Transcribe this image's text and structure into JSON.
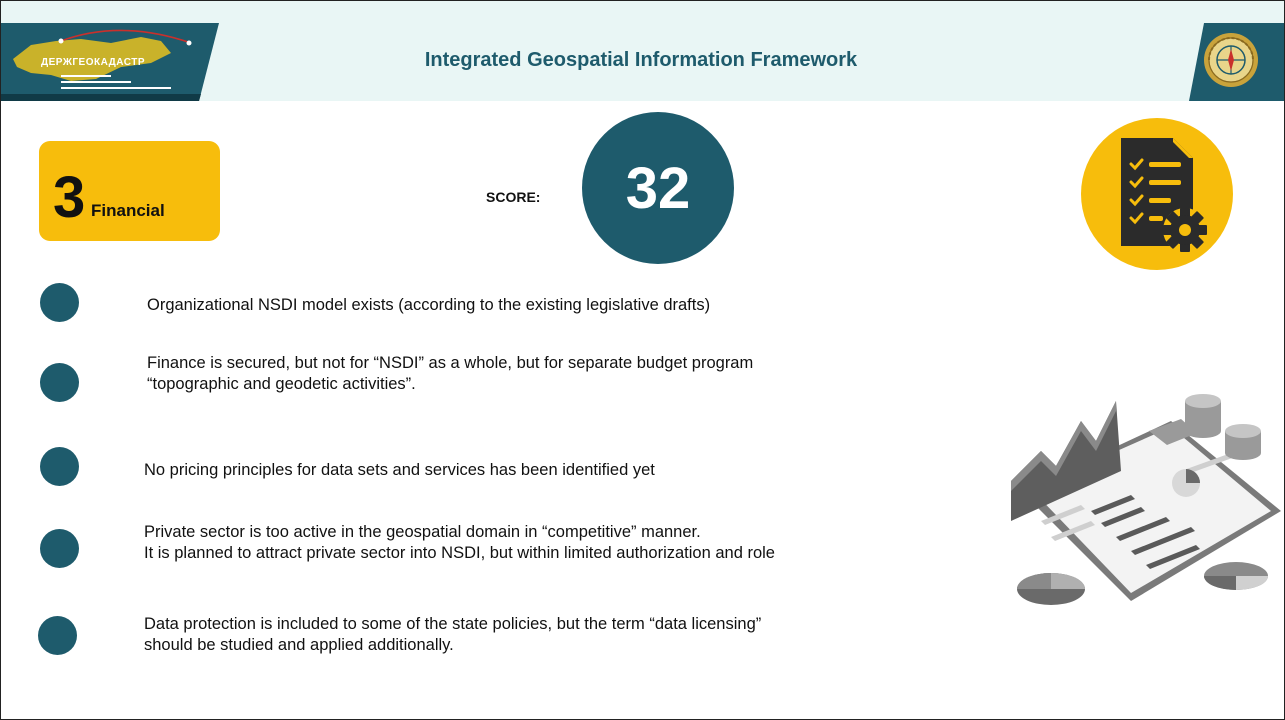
{
  "header": {
    "title": "Integrated Geospatial Information Framework",
    "logo_text": "ДЕРЖГЕОКАДАСТР"
  },
  "section": {
    "number": "3",
    "label": "Financial"
  },
  "score": {
    "label": "SCORE:",
    "value": "32"
  },
  "bullets": [
    {
      "text": "Organizational NSDI model exists (according to the existing legislative drafts)"
    },
    {
      "line1": "Finance is secured, but not for “NSDI” as a whole, but for separate budget program",
      "line2": "“topographic and geodetic activities”."
    },
    {
      "text": "No pricing principles for data sets and services has been identified yet"
    },
    {
      "line1": "Private sector is too active in the geospatial domain in “competitive” manner.",
      "line2": "It is planned to attract private sector into NSDI, but within limited authorization and role"
    },
    {
      "line1": "Data protection is included to some of the state policies, but the term “data licensing”",
      "line2": "should be studied and applied additionally."
    }
  ],
  "colors": {
    "teal": "#1e5b6c",
    "yellow": "#f7bd0c",
    "header_bg": "#e9f6f5"
  },
  "icons": [
    "checklist-gear-icon",
    "emblem-icon",
    "financial-chart-illustration"
  ]
}
